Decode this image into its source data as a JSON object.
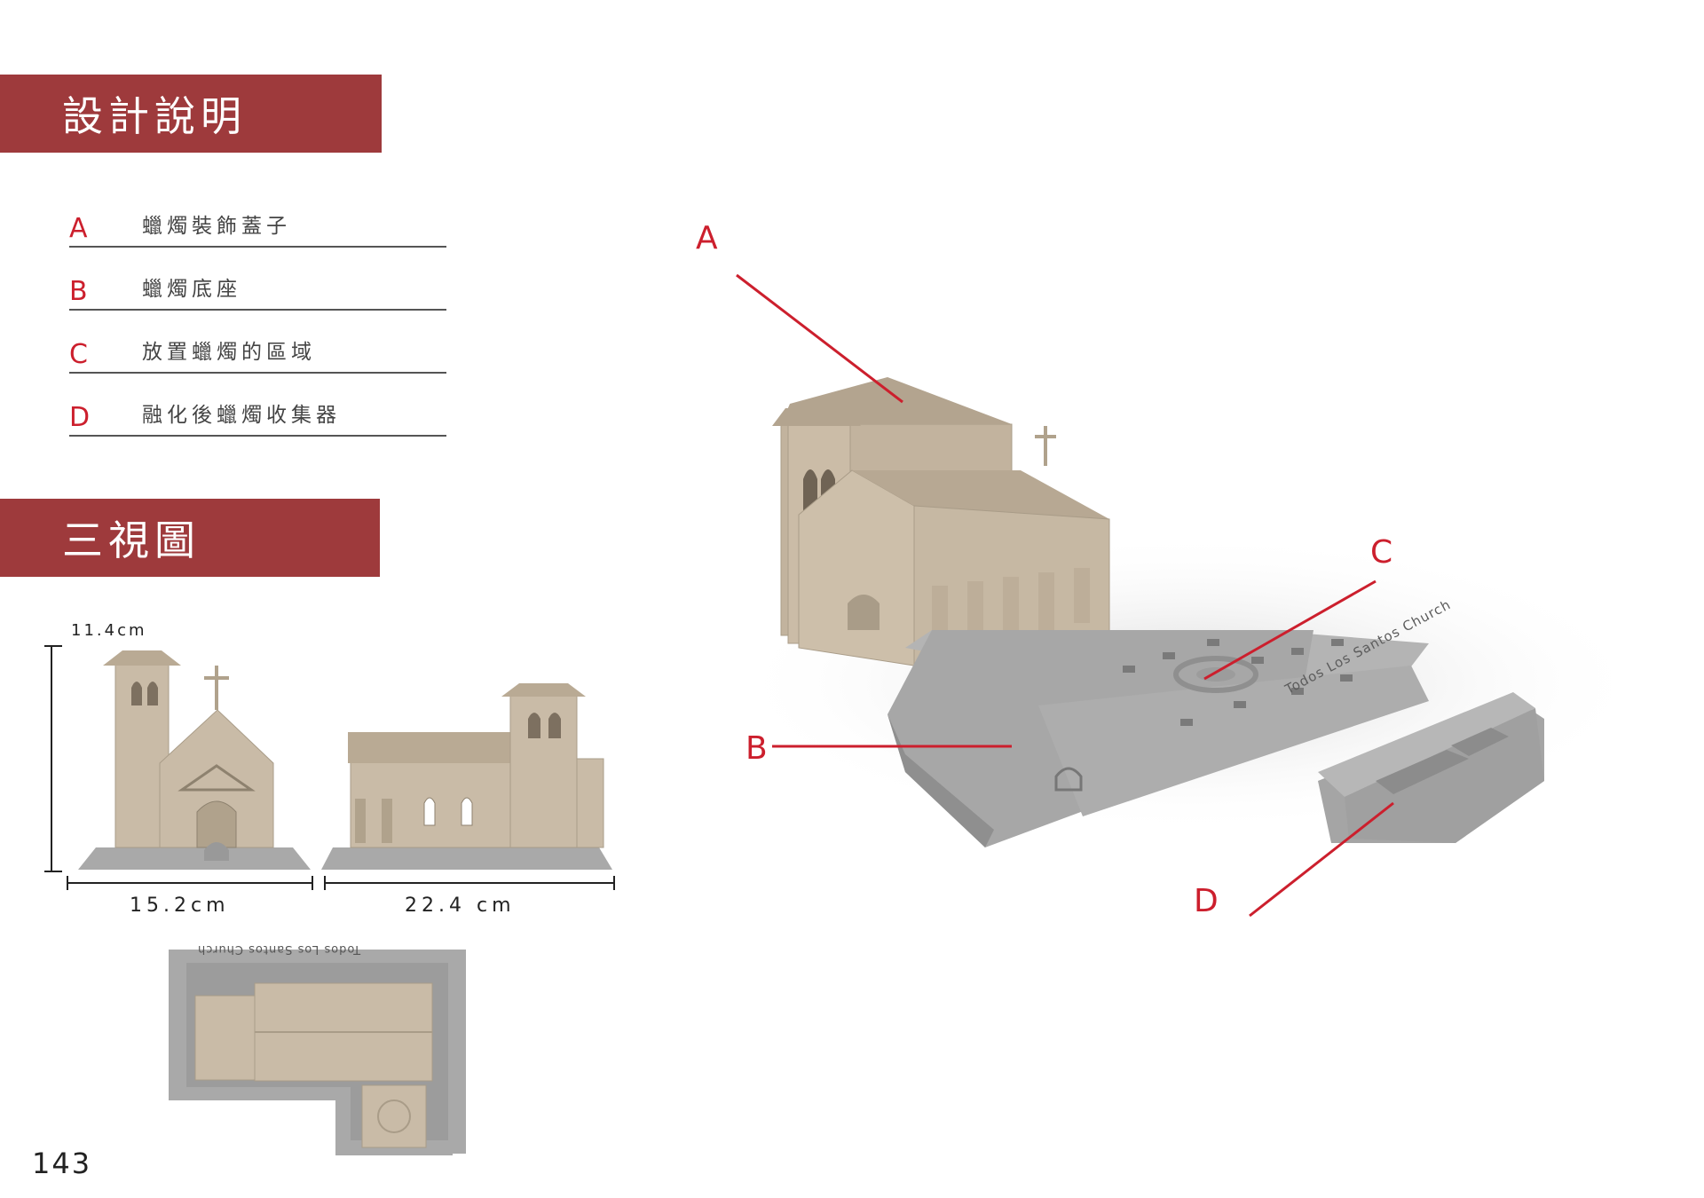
{
  "sections": {
    "design_title": "設計說明",
    "views_title": "三視圖"
  },
  "legend": [
    {
      "letter": "A",
      "text": "蠟燭裝飾蓋子"
    },
    {
      "letter": "B",
      "text": "蠟燭底座"
    },
    {
      "letter": "C",
      "text": "放置蠟燭的區域"
    },
    {
      "letter": "D",
      "text": "融化後蠟燭收集器"
    }
  ],
  "dimensions": {
    "height": "11.4cm",
    "front_width": "15.2cm",
    "side_width": "22.4 cm"
  },
  "base_engraving": "Todos Los Santos Church",
  "callouts": [
    "A",
    "B",
    "C",
    "D"
  ],
  "page_number": "143",
  "colors": {
    "banner": "#9e3a3c",
    "accent": "#cc1f2d",
    "model": "#c9bba7",
    "base": "#a9a9a9"
  }
}
